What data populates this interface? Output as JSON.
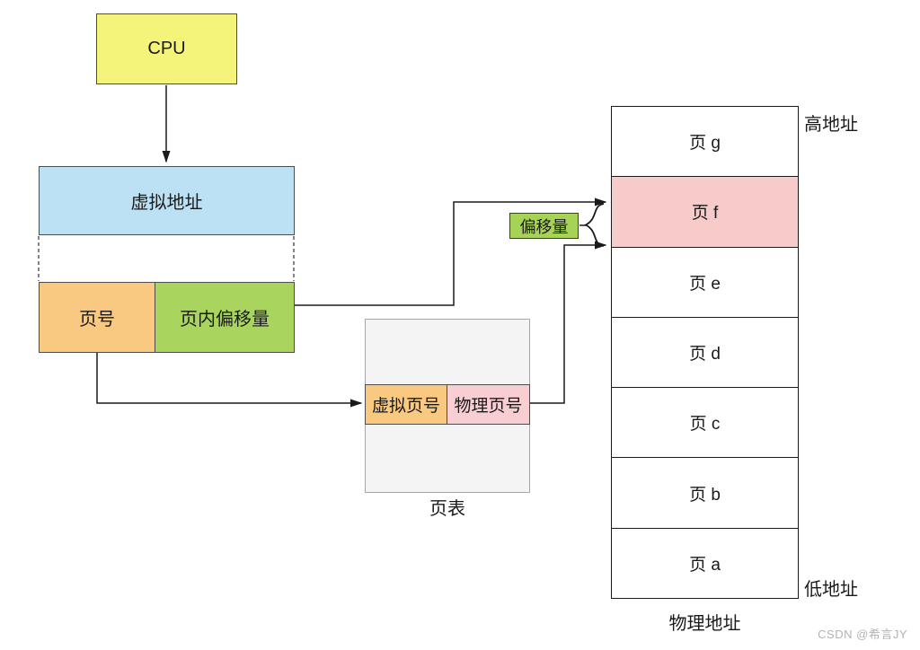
{
  "cpu_box": {
    "label": "CPU"
  },
  "virtual_address_box": {
    "label": "虚拟地址"
  },
  "page_number_box": {
    "label": "页号"
  },
  "page_offset_box": {
    "label": "页内偏移量"
  },
  "page_table": {
    "caption": "页表",
    "virtual_page_col": "虚拟页号",
    "physical_page_col": "物理页号"
  },
  "offset_tag": {
    "label": "偏移量"
  },
  "physical_memory": {
    "caption": "物理地址",
    "high_label": "高地址",
    "low_label": "低地址",
    "pages": [
      "页 g",
      "页 f",
      "页 e",
      "页 d",
      "页 c",
      "页 b",
      "页 a"
    ],
    "highlighted_page": "页 f"
  },
  "watermark": "CSDN @希言JY",
  "colors": {
    "cpu_fill": "#F4F47A",
    "virtual_address_fill": "#BCE0F4",
    "page_number_fill": "#F9C981",
    "page_offset_fill": "#A9D55F",
    "offset_tag_fill": "#A6D355",
    "virtual_page_fill": "#F9C981",
    "physical_page_fill": "#F9CED2",
    "highlighted_page_fill": "#F8CBCB",
    "page_table_fill": "#F4F4F4",
    "line_color": "#1a1a1a"
  }
}
